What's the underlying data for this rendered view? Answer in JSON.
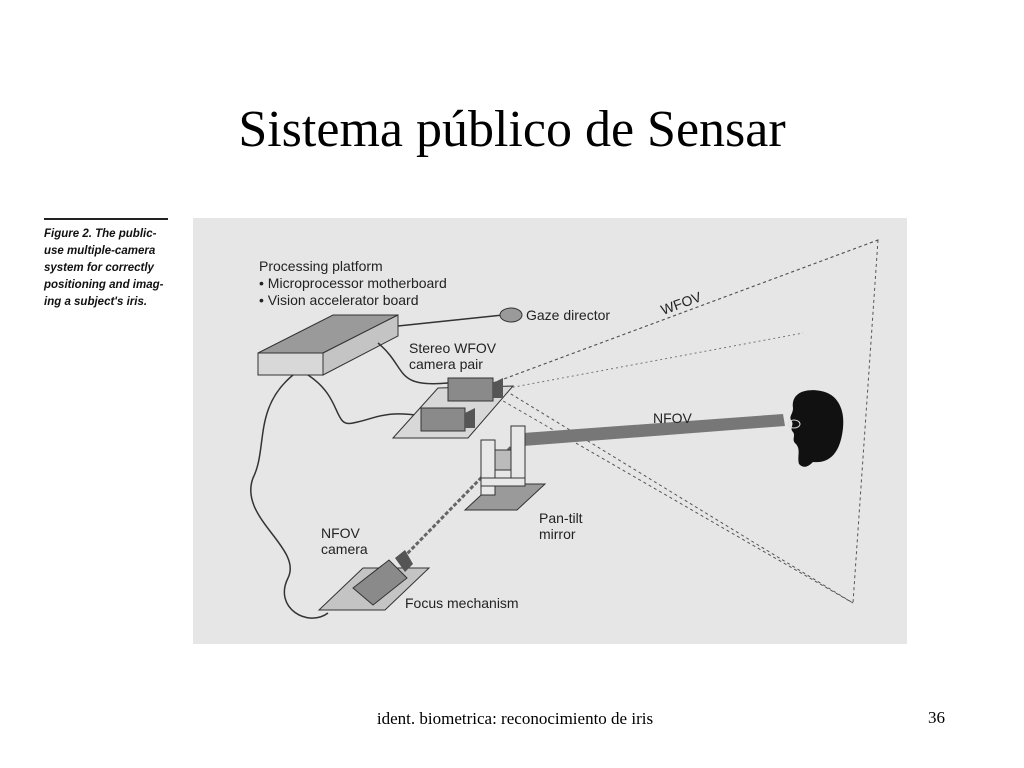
{
  "slide": {
    "title": "Sistema público de Sensar",
    "footer": "ident. biometrica: reconocimiento de iris",
    "page_number": "36"
  },
  "caption": {
    "lines": [
      "Figure 2. The public-",
      "use multiple-camera",
      "system for correctly",
      "positioning and imag-",
      "ing a subject's iris."
    ]
  },
  "diagram": {
    "processing_title": "Processing platform",
    "processing_item_1": "• Microprocessor motherboard",
    "processing_item_2": "• Vision accelerator board",
    "gaze_director": "Gaze director",
    "stereo_line_1": "Stereo WFOV",
    "stereo_line_2": "camera pair",
    "wfov": "WFOV",
    "nfov": "NFOV",
    "pan_tilt_line_1": "Pan-tilt",
    "pan_tilt_line_2": "mirror",
    "nfov_camera_line_1": "NFOV",
    "nfov_camera_line_2": "camera",
    "focus_mechanism": "Focus mechanism"
  }
}
